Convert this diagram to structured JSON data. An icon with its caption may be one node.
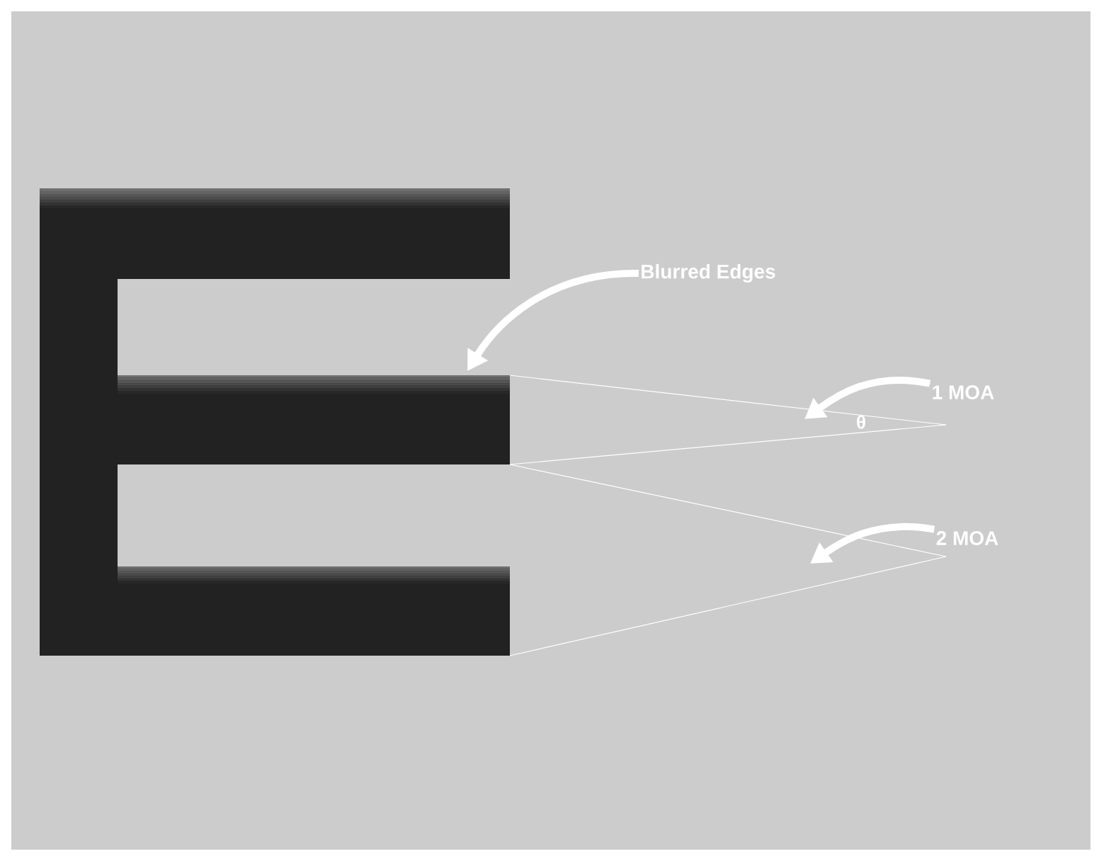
{
  "diagram": {
    "nodes": [
      {
        "text": [
          "Blurred Edges"
        ]
      },
      {
        "text": [
          "1 MOA"
        ]
      },
      {
        "text": [
          "2 MOA"
        ]
      }
    ],
    "edges": [
      {
        "from": 0,
        "to": null,
        "arrow": "to"
      },
      {
        "from": 1,
        "to": null,
        "arrow": "to"
      },
      {
        "from": 2,
        "to": null,
        "arrow": "to"
      }
    ],
    "labels": [
      "θ"
    ]
  }
}
